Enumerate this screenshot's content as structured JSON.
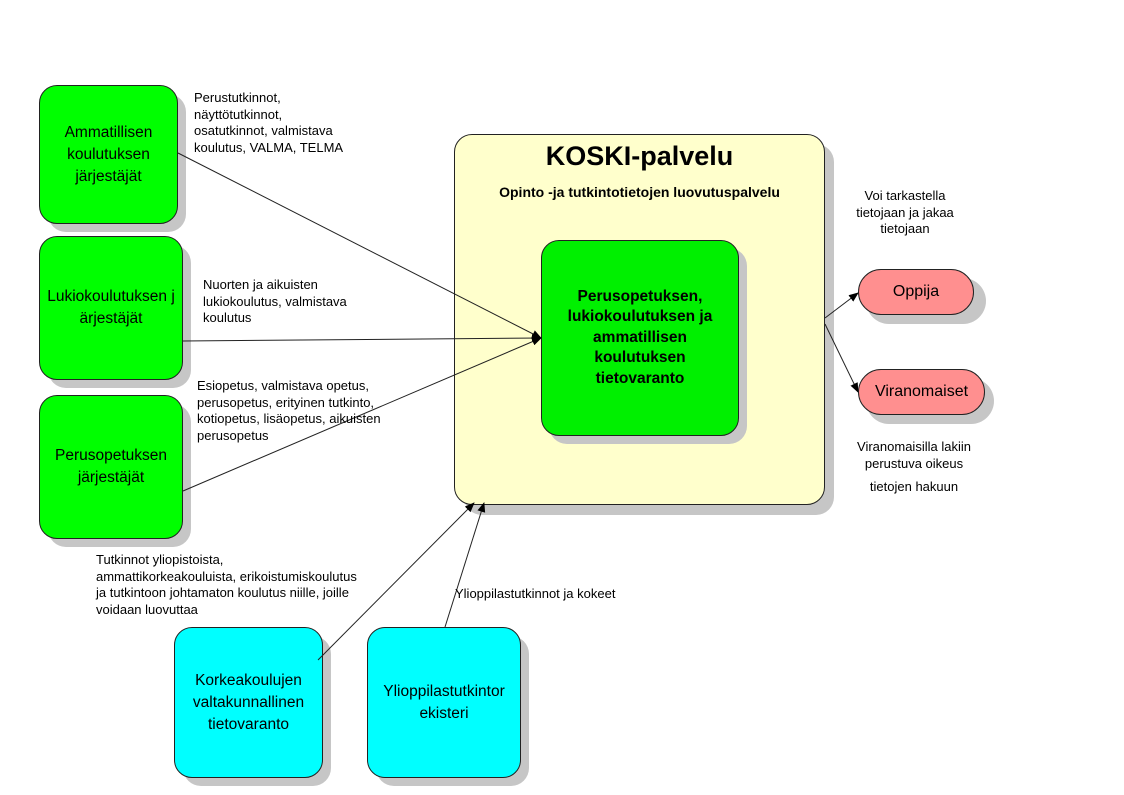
{
  "boxes": {
    "ammatillinen": "Ammatillisen koulutuksen järjestäjät",
    "lukio": "Lukiokoulutuksen järjestäjät",
    "perusopetus": "Perusopetuksen järjestäjät",
    "korkeakoulu": "Korkeakoulujen valtakunnallinen tietovaranto",
    "ylioppilas": "Ylioppilastutkintorekisteri",
    "oppija": "Oppija",
    "viranomaiset": "Viranomaiset"
  },
  "koski": {
    "title": "KOSKI-palvelu",
    "subtitle": "Opinto -ja tutkintotietojen luovutuspalvelu",
    "inner": "Perusopetuksen, lukiokoulutuksen ja ammatillisen koulutuksen tietovaranto"
  },
  "labels": {
    "ammatillinen": [
      "Perustutkinnot,",
      "näyttötutkinnot,",
      "osatutkinnot, valmistava",
      "koulutus, VALMA, TELMA"
    ],
    "lukio": [
      "Nuorten ja aikuisten",
      "lukiokoulutus, valmistava",
      "koulutus"
    ],
    "perusopetus": [
      "Esiopetus, valmistava opetus,",
      "perusopetus, erityinen tutkinto,",
      "kotiopetus, lisäopetus, aikuisten",
      "perusopetus"
    ],
    "korkeakoulu": [
      "Tutkinnot yliopistoista,",
      "ammattikorkeakouluista, erikoistumiskoulutus",
      "ja tutkintoon johtamaton koulutus niille, joille",
      "voidaan luovuttaa"
    ],
    "ylioppilas": "Ylioppilastutkinnot ja kokeet",
    "oppija": [
      "Voi tarkastella",
      "tietojaan ja jakaa",
      "tietojaan"
    ],
    "viranomaiset_1": "Viranomaisilla lakiin",
    "viranomaiset_2": "perustuva oikeus",
    "viranomaiset_3": "tietojen hakuun"
  },
  "colors": {
    "green": "#00ff00",
    "cyan": "#00ffff",
    "pink": "#ff8f8f",
    "koski": "#ffffcc"
  }
}
